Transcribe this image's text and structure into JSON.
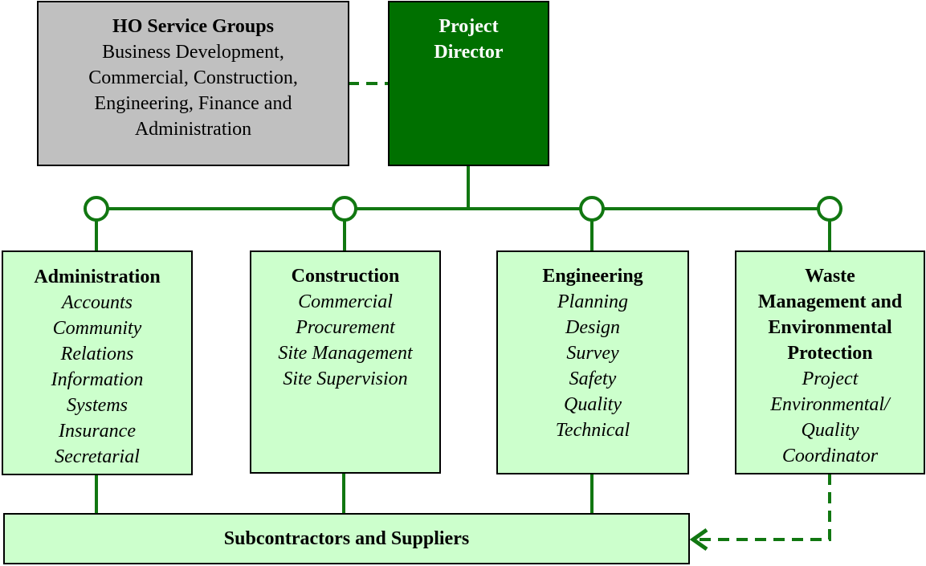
{
  "colors": {
    "line_green": "#117711",
    "dark_green": "#007000",
    "light_green": "#ccffcc",
    "gray": "#c0c0c0"
  },
  "ho_service_groups": {
    "title": "HO Service Groups",
    "lines": [
      "Business Development,",
      "Commercial, Construction,",
      "Engineering, Finance and",
      "Administration"
    ]
  },
  "project_director": {
    "lines": [
      "Project",
      "Director"
    ]
  },
  "departments": [
    {
      "title_lines": [
        "Administration"
      ],
      "items": [
        "Accounts",
        "Community",
        "Relations",
        "Information",
        "Systems",
        "Insurance",
        "Secretarial"
      ]
    },
    {
      "title_lines": [
        "Construction"
      ],
      "items": [
        "Commercial",
        "Procurement",
        "Site Management",
        "Site Supervision"
      ]
    },
    {
      "title_lines": [
        "Engineering"
      ],
      "items": [
        "Planning",
        "Design",
        "Survey",
        "Safety",
        "Quality",
        "Technical"
      ]
    },
    {
      "title_lines": [
        "Waste",
        "Management and",
        "Environmental",
        "Protection"
      ],
      "items": [
        "Project",
        "Environmental/",
        "Quality",
        "Coordinator"
      ]
    }
  ],
  "subcontractors": {
    "title": "Subcontractors and Suppliers"
  }
}
